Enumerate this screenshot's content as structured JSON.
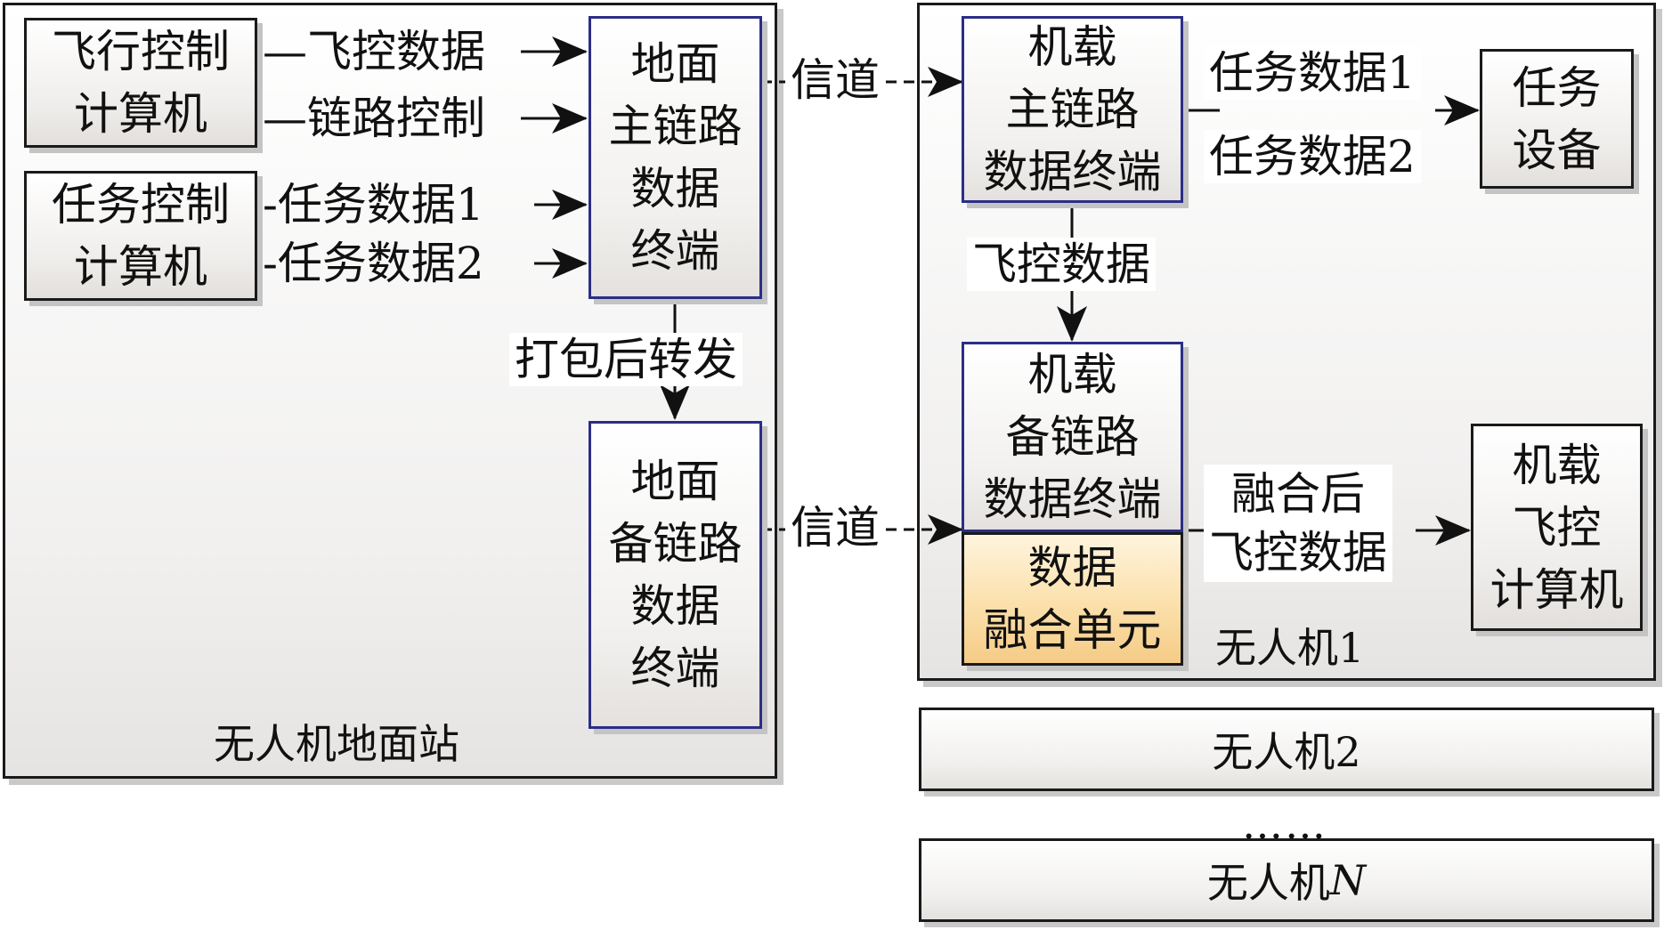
{
  "ground_station": {
    "caption": "无人机地面站",
    "flight_computer": [
      "飞行控制",
      "计算机"
    ],
    "task_computer": [
      "任务控制",
      "计算机"
    ],
    "main_terminal": [
      "地面",
      "主链路",
      "数据",
      "终端"
    ],
    "backup_terminal": [
      "地面",
      "备链路",
      "数据",
      "终端"
    ],
    "labels": {
      "flight_data": "—飞控数据",
      "link_control": "—链路控制",
      "task_data_1": "-任务数据1",
      "task_data_2": "-任务数据2",
      "pack_forward": "打包后转发"
    }
  },
  "channels": {
    "top": "信道",
    "bottom": "信道"
  },
  "uav1": {
    "caption": "无人机1",
    "main_terminal": [
      "机载",
      "主链路",
      "数据终端"
    ],
    "backup_terminal": [
      "机载",
      "备链路",
      "数据终端"
    ],
    "fusion_unit": [
      "数据",
      "融合单元"
    ],
    "task_device": [
      "任务",
      "设备"
    ],
    "flight_computer": [
      "机载",
      "飞控",
      "计算机"
    ],
    "labels": {
      "task_data_1": "任务数据1",
      "task_data_2": "任务数据2",
      "flight_data": "飞控数据",
      "fused_flight_data": [
        "融合后",
        "飞控数据"
      ]
    }
  },
  "uav2": {
    "caption": "无人机2"
  },
  "ellipsis": "……",
  "uavN": {
    "prefix": "无人机",
    "suffix": "N"
  },
  "colors": {
    "fusion_fill": "#f9d89a",
    "terminal_border": "#2b2e86"
  }
}
